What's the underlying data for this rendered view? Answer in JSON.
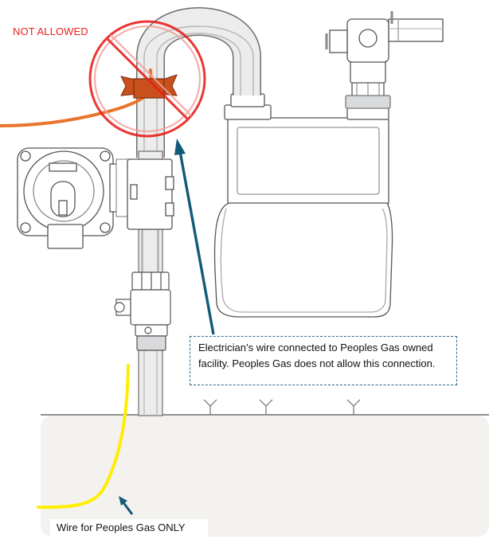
{
  "labels": {
    "not_allowed": "NOT ALLOWED",
    "callout_text": "Electrician’s wire connected to Peoples Gas owned facility.  Peoples Gas does not allow this connection.",
    "wire_label": "Wire for Peoples Gas ONLY"
  },
  "colors": {
    "prohibited_red": "#e8211d",
    "electrician_wire": "#e8742e",
    "peoples_gas_wire": "#ffee00",
    "pointer_arrow": "#135a78",
    "ground": "#f4f2ee",
    "clamp": "#c9501c"
  },
  "icons": [
    "prohibited-icon",
    "pipe-clamp-icon",
    "pointer-arrow-icon"
  ]
}
